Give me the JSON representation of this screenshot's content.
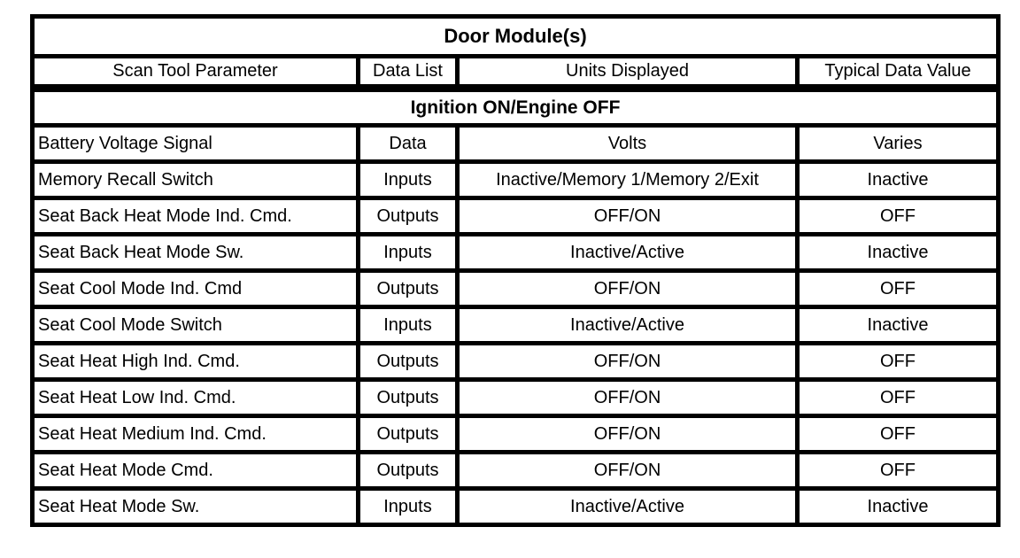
{
  "table": {
    "title": "Door Module(s)",
    "columns": {
      "param": "Scan Tool Parameter",
      "data_list": "Data List",
      "units": "Units Displayed",
      "typical": "Typical Data Value"
    },
    "section": "Ignition ON/Engine OFF",
    "rows": [
      {
        "param": "Battery Voltage Signal",
        "data_list": "Data",
        "units": "Volts",
        "typical": "Varies"
      },
      {
        "param": "Memory Recall Switch",
        "data_list": "Inputs",
        "units": "Inactive/Memory 1/Memory 2/Exit",
        "typical": "Inactive"
      },
      {
        "param": "Seat Back Heat Mode Ind. Cmd.",
        "data_list": "Outputs",
        "units": "OFF/ON",
        "typical": "OFF"
      },
      {
        "param": "Seat Back Heat Mode Sw.",
        "data_list": "Inputs",
        "units": "Inactive/Active",
        "typical": "Inactive"
      },
      {
        "param": "Seat Cool Mode Ind. Cmd",
        "data_list": "Outputs",
        "units": "OFF/ON",
        "typical": "OFF"
      },
      {
        "param": "Seat Cool Mode Switch",
        "data_list": "Inputs",
        "units": "Inactive/Active",
        "typical": "Inactive"
      },
      {
        "param": "Seat Heat High Ind. Cmd.",
        "data_list": "Outputs",
        "units": "OFF/ON",
        "typical": "OFF"
      },
      {
        "param": "Seat Heat Low Ind. Cmd.",
        "data_list": "Outputs",
        "units": "OFF/ON",
        "typical": "OFF"
      },
      {
        "param": "Seat Heat Medium Ind. Cmd.",
        "data_list": "Outputs",
        "units": "OFF/ON",
        "typical": "OFF"
      },
      {
        "param": "Seat Heat Mode Cmd.",
        "data_list": "Outputs",
        "units": "OFF/ON",
        "typical": "OFF"
      },
      {
        "param": "Seat Heat Mode Sw.",
        "data_list": "Inputs",
        "units": "Inactive/Active",
        "typical": "Inactive"
      }
    ]
  },
  "colors": {
    "border": "#000000",
    "background": "#ffffff",
    "text": "#000000"
  }
}
